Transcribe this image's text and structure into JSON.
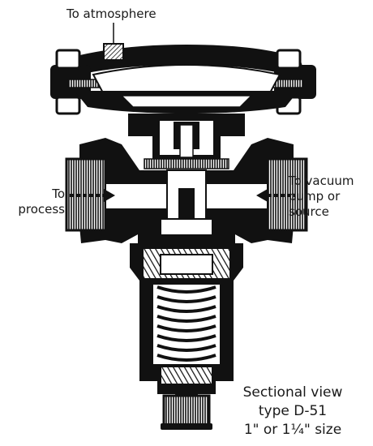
{
  "labels": {
    "atmosphere": "To atmosphere",
    "process": [
      "To",
      "process"
    ],
    "vacuum": [
      "To vacuum",
      "pump or",
      "source"
    ]
  },
  "caption": [
    "Sectional view",
    "type D-51",
    "1\" or 1¼\" size"
  ],
  "colors": {
    "ink": "#111111",
    "paper": "#ffffff"
  }
}
